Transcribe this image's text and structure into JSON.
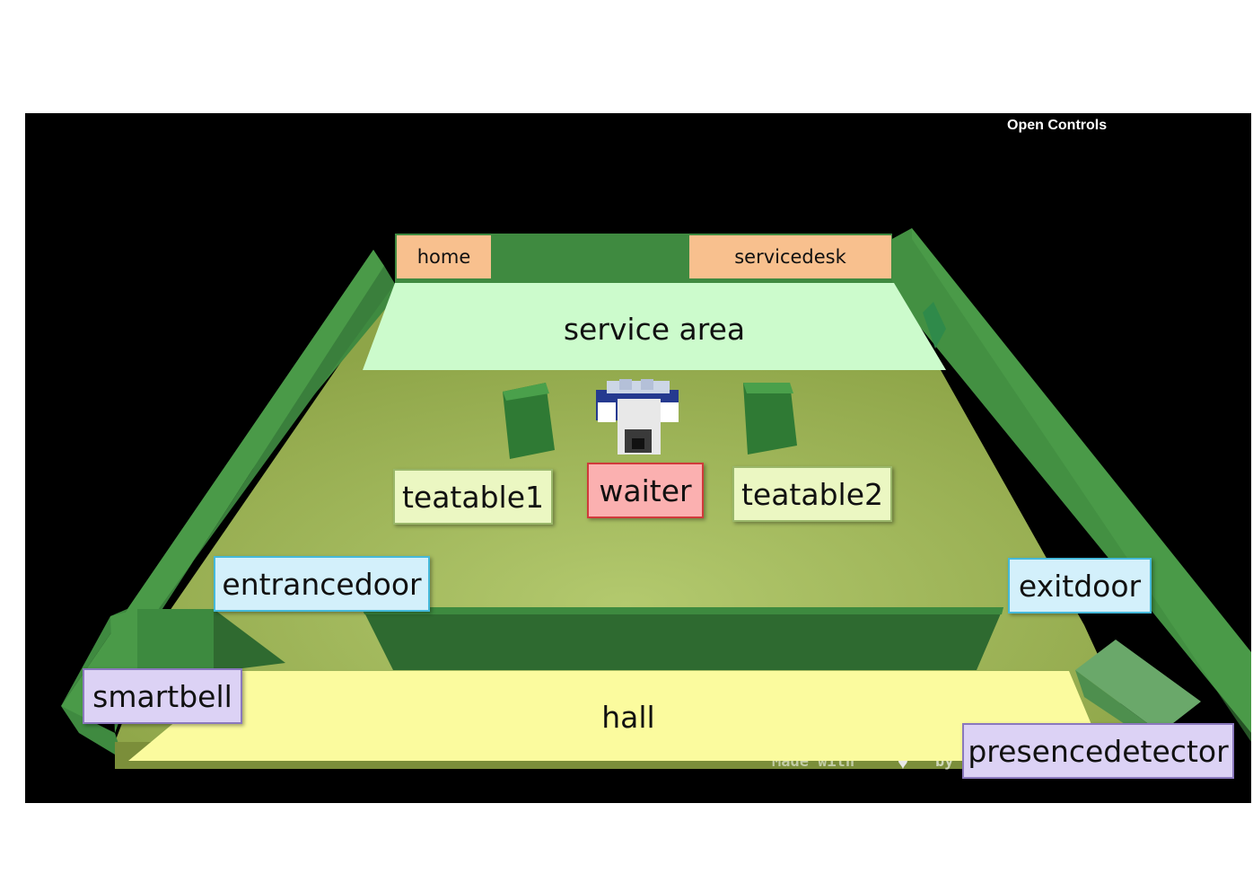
{
  "controls": {
    "open_label": "Open Controls"
  },
  "footer": {
    "made_with": "Made with",
    "by": "by",
    "heart_icon": "heart-icon"
  },
  "rooms": {
    "service_area": "service area",
    "hall": "hall"
  },
  "labels": {
    "home": "home",
    "servicedesk": "servicedesk",
    "teatable1": "teatable1",
    "teatable2": "teatable2",
    "waiter": "waiter",
    "entrancedoor": "entrancedoor",
    "exitdoor": "exitdoor",
    "smartbell": "smartbell",
    "presencedetector": "presencedetector"
  },
  "colors": {
    "floor": "#9bb157",
    "walls": "#3d8a3f",
    "service_area": "#ccfbcc",
    "hall": "#fbfb9e",
    "label_peach": "#f8c08e",
    "waiter_red": "#fbb0b0",
    "door_blue": "#d3f0fb",
    "device_purple": "#dcd2f5"
  }
}
